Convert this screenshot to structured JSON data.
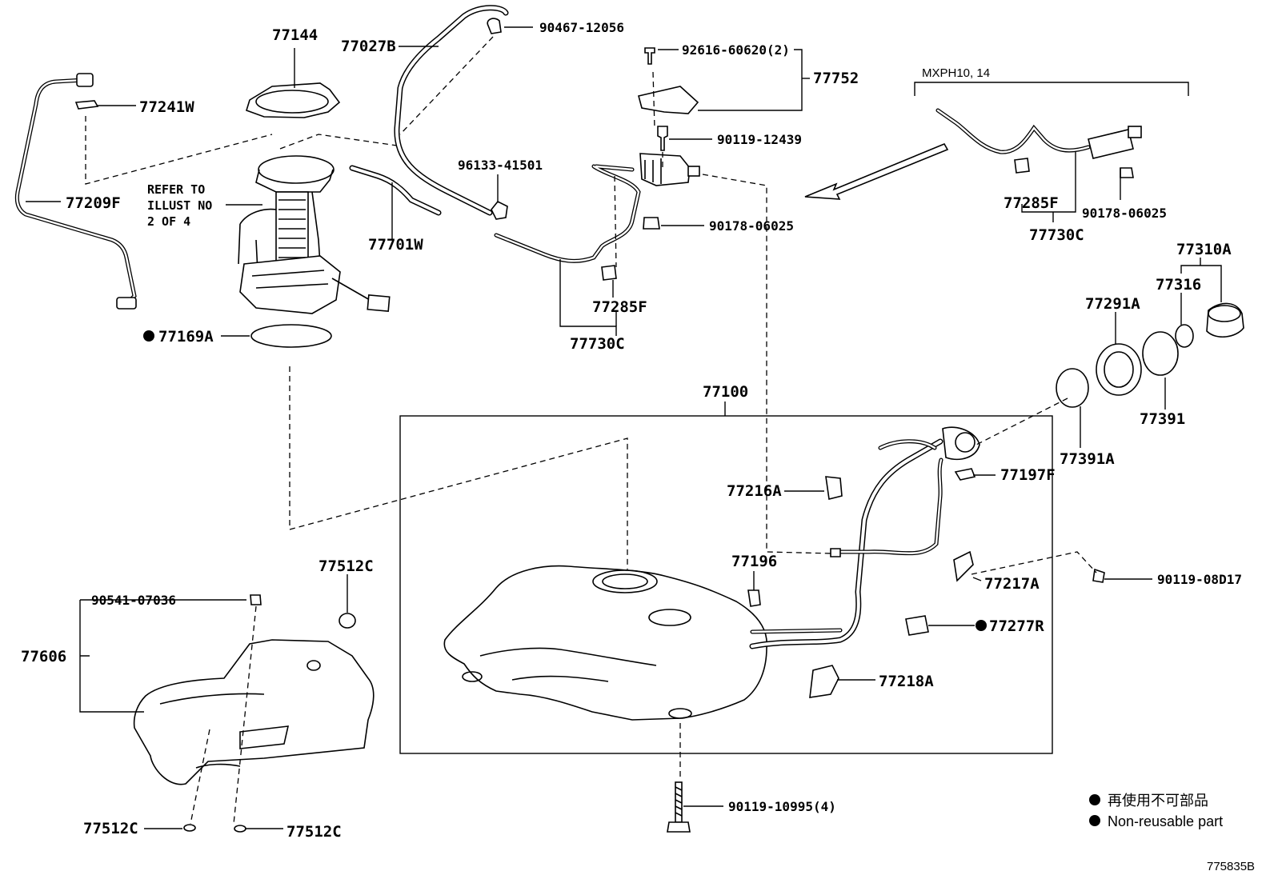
{
  "diagram": {
    "labels": {
      "p77144": "77144",
      "p77027B": "77027B",
      "p90467": "90467-12056",
      "p92616": "92616-60620(2)",
      "p77752": "77752",
      "p90119_12439": "90119-12439",
      "p77241W": "77241W",
      "p77209F": "77209F",
      "p96133": "96133-41501",
      "p77701W": "77701W",
      "p90178_a": "90178-06025",
      "p77285F_a": "77285F",
      "p77730C_a": "77730C",
      "p77169A": "77169A",
      "p77100": "77100",
      "p77216A": "77216A",
      "p77197F": "77197F",
      "p77196": "77196",
      "p77217A": "77217A",
      "p90119_08D17": "90119-08D17",
      "p77277R": "77277R",
      "p77218A": "77218A",
      "p77512C_top": "77512C",
      "p90541": "90541-07036",
      "p77606": "77606",
      "p77512C_bl": "77512C",
      "p77512C_bm": "77512C",
      "p90119_10995": "90119-10995(4)",
      "p77285F_b": "77285F",
      "p90178_b": "90178-06025",
      "p77730C_b": "77730C",
      "p77310A": "77310A",
      "p77316": "77316",
      "p77291A": "77291A",
      "p77391": "77391",
      "p77391A": "77391A"
    },
    "refer_note": [
      "REFER TO",
      "ILLUST NO",
      "2 OF 4"
    ],
    "variant_label": "MXPH10, 14",
    "legend": {
      "line1": "再使用不可部品",
      "line2": "Non-reusable part"
    },
    "figure_id": "775835B"
  }
}
